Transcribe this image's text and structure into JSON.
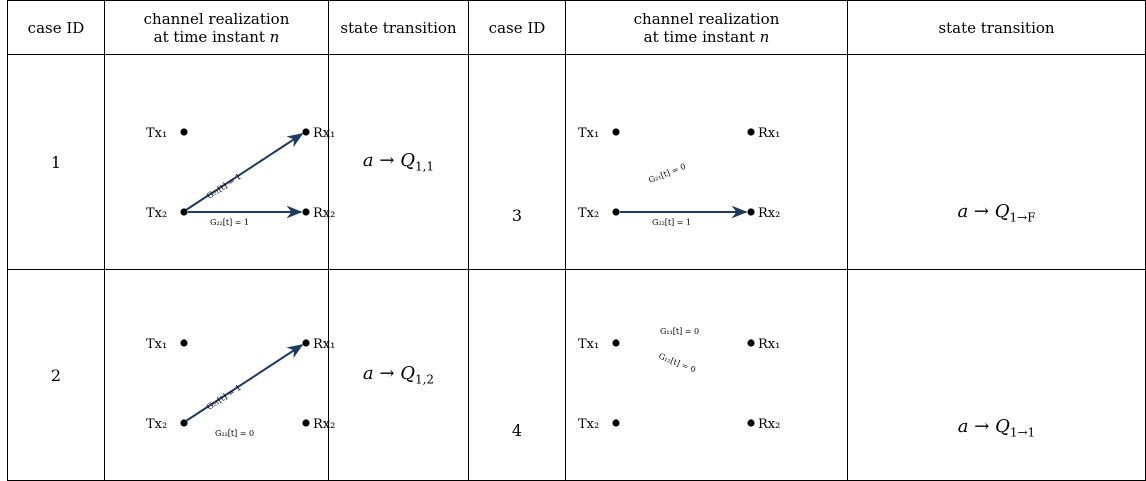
{
  "header": {
    "case_id": "case ID",
    "channel_line1": "channel realization",
    "channel_line2": "at time instant",
    "channel_var": "n",
    "state_transition": "state transition"
  },
  "rows": [
    {
      "left": {
        "case_id": "1",
        "diagram": {
          "tx1": "Tx₁",
          "tx2": "Tx₂",
          "rx1": "Rx₁",
          "rx2": "Rx₂",
          "label_diag": "G₂₁[t] = 1",
          "label_horiz": "G₂₂[t] = 1"
        },
        "transition": {
          "a": "a",
          "arrow": "→",
          "Q": "Q",
          "sub": "1,1"
        }
      },
      "right": {
        "case_id": "3",
        "diagram": {
          "tx1": "Tx₁",
          "tx2": "Tx₂",
          "rx1": "Rx₁",
          "rx2": "Rx₂",
          "label_diag": "G₂₁[t] = 0",
          "label_horiz": "G₂₂[t] = 1"
        },
        "transition": {
          "a": "a",
          "arrow": "→",
          "Q": "Q",
          "sub": "1→F"
        }
      }
    },
    {
      "left": {
        "case_id": "2",
        "diagram": {
          "tx1": "Tx₁",
          "tx2": "Tx₂",
          "rx1": "Rx₁",
          "rx2": "Rx₂",
          "label_diag": "G₂₁[t] = 1",
          "label_horiz": "G₂₂[t] = 0"
        },
        "transition": {
          "a": "a",
          "arrow": "→",
          "Q": "Q",
          "sub": "1,2"
        }
      },
      "right": {
        "case_id": "4",
        "diagram": {
          "tx1": "Tx₁",
          "tx2": "Tx₂",
          "rx1": "Rx₁",
          "rx2": "Rx₂",
          "label_top": "G₁₁[t] = 0",
          "label_diag": "G₁₂[t] = 0"
        },
        "transition": {
          "a": "a",
          "arrow": "→",
          "Q": "Q",
          "sub": "1→1"
        }
      }
    }
  ],
  "colors": {
    "arrow": "#1f3a5f",
    "line": "#000000"
  }
}
